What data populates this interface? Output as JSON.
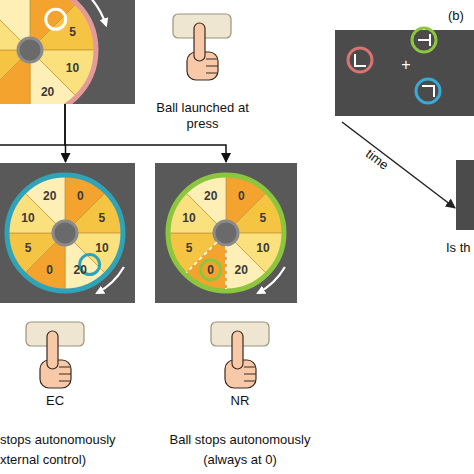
{
  "diagram": {
    "nodes": [
      {
        "text": [
          "5",
          "10",
          "20"
        ]
      },
      {
        "text": [
          "0",
          "5",
          "10",
          "20",
          "0",
          "5",
          "10",
          "20"
        ]
      },
      {
        "text": [
          "0",
          "5",
          "10",
          "20",
          "0",
          "5",
          "10",
          "20"
        ]
      }
    ],
    "edges": [
      {
        "from": 0,
        "to": 1,
        "arrow": "to"
      },
      {
        "from": 0,
        "to": 2,
        "arrow": "to"
      }
    ],
    "labels": [
      "Ball launched at press",
      "EC",
      "stops autonomously",
      "xternal control)",
      "NR",
      "Ball stops autonomously",
      "(always at 0)",
      "(b)",
      "time",
      "+",
      "Is th"
    ]
  }
}
